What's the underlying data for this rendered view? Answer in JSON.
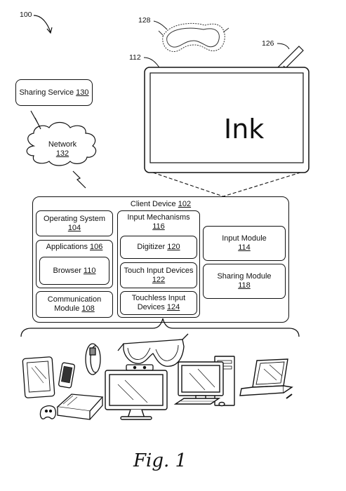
{
  "figure": {
    "ref_main": "100",
    "ref_goggles": "128",
    "ref_pen": "126",
    "ref_display": "112",
    "caption": "Fig. 1"
  },
  "display": {
    "ink_text": "Ink"
  },
  "sharing_service": {
    "label": "Sharing Service",
    "num": "130"
  },
  "network": {
    "label": "Network",
    "num": "132"
  },
  "client_device": {
    "label": "Client Device",
    "num": "102"
  },
  "modules": {
    "operating_system": {
      "label": "Operating System",
      "num": "104"
    },
    "applications": {
      "label": "Applications",
      "num": "106"
    },
    "browser": {
      "label": "Browser",
      "num": "110"
    },
    "communication": {
      "line1": "Communication",
      "line2": "Module",
      "num": "108"
    },
    "input_mechanisms": {
      "label": "Input Mechanisms",
      "num": "116"
    },
    "digitizer": {
      "label": "Digitizer",
      "num": "120"
    },
    "touch_input": {
      "label": "Touch Input Devices",
      "num": "122"
    },
    "touchless_input": {
      "line1": "Touchless Input",
      "line2": "Devices",
      "num": "124"
    },
    "input_module": {
      "label": "Input Module",
      "num": "114"
    },
    "sharing_module": {
      "label": "Sharing Module",
      "num": "118"
    }
  },
  "icons": [
    "goggles-icon",
    "pen-icon",
    "tablet-icon",
    "phone-icon",
    "wristband-icon",
    "glasses-icon",
    "camera-icon",
    "monitor-icon",
    "game-console-icon",
    "controller-icon",
    "desktop-computer-icon",
    "laptop-icon"
  ]
}
